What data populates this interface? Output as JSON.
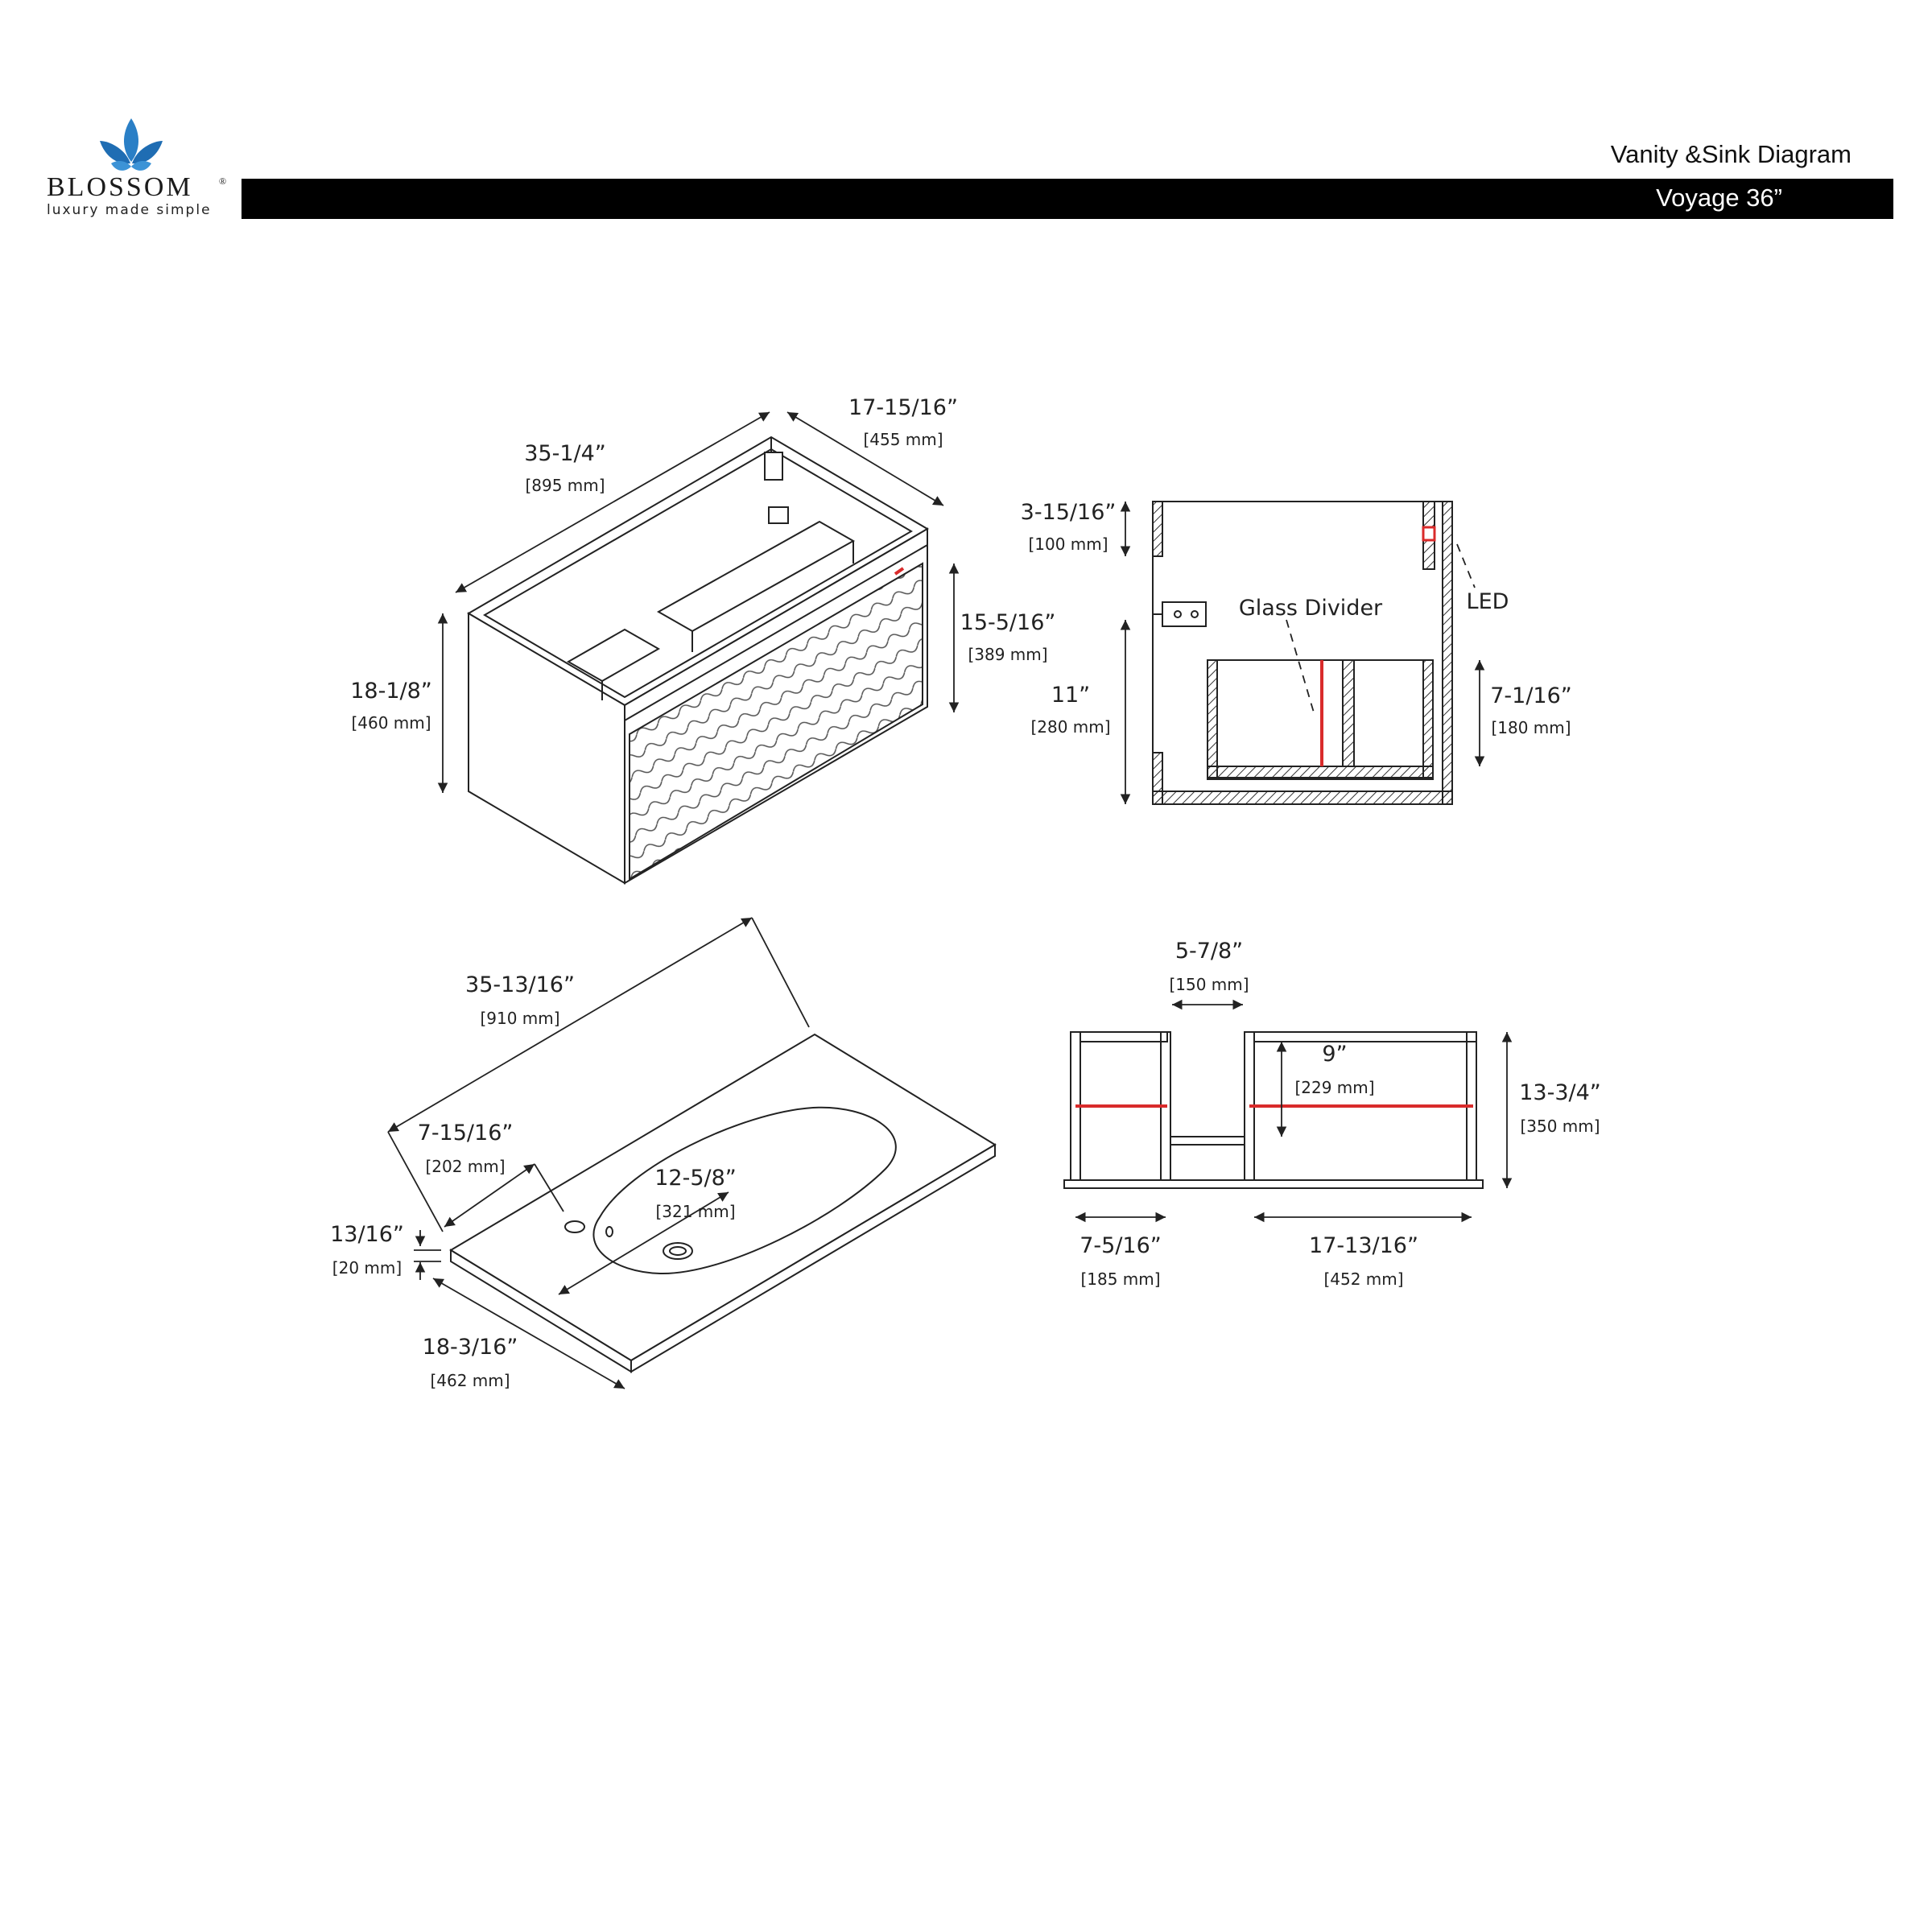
{
  "brand": {
    "name": "BLOSSOM",
    "registered": "®",
    "tagline": "luxury made simple",
    "logo_icon": "lotus-flower-icon",
    "logo_color": "#2a7fc6"
  },
  "header": {
    "document_title": "Vanity &Sink Diagram",
    "model": "Voyage 36”"
  },
  "colors": {
    "line": "#222222",
    "highlight": "#d92b2b",
    "title_bar": "#000000"
  },
  "vanity_iso": {
    "width": [
      "35-1/4”",
      "[895 mm]"
    ],
    "depth": [
      "17-15/16”",
      "[455 mm]"
    ],
    "height": [
      "18-1/8”",
      "[460 mm]"
    ],
    "drawer_height": [
      "15-5/16”",
      "[389 mm]"
    ]
  },
  "side_section": {
    "top_gap": [
      "3-15/16”",
      "[100 mm]"
    ],
    "bottom_height": [
      "11”",
      "[280 mm]"
    ],
    "drawer_box_height": [
      "7-1/16”",
      "[180 mm]"
    ],
    "glass_divider_label": "Glass Divider",
    "led_label": "LED"
  },
  "sink_top": {
    "width": [
      "35-13/16”",
      "[910 mm]"
    ],
    "faucet_offset": [
      "7-15/16”",
      "[202 mm]"
    ],
    "basin_length": [
      "12-5/8”",
      "[321 mm]"
    ],
    "thickness": [
      "13/16”",
      "[20 mm]"
    ],
    "depth": [
      "18-3/16”",
      "[462 mm]"
    ]
  },
  "front_section": {
    "gap_width": [
      "5-7/8”",
      "[150 mm]"
    ],
    "inner_height": [
      "9”",
      "[229 mm]"
    ],
    "overall_height": [
      "13-3/4”",
      "[350 mm]"
    ],
    "left_width": [
      "7-5/16”",
      "[185 mm]"
    ],
    "right_width": [
      "17-13/16”",
      "[452 mm]"
    ]
  }
}
